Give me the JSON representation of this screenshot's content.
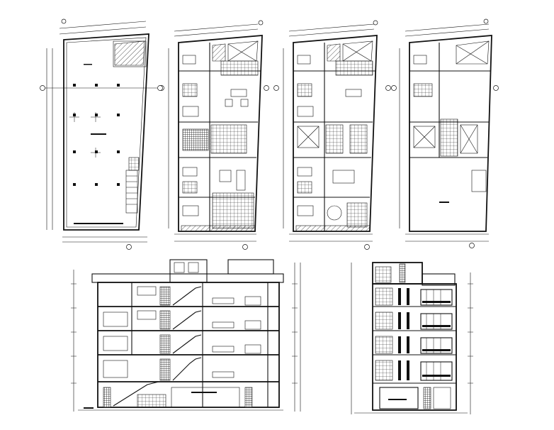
{
  "drawing": {
    "type": "architectural cad sheet",
    "views": [
      {
        "id": "plan-1",
        "kind": "floor plan"
      },
      {
        "id": "plan-2",
        "kind": "floor plan"
      },
      {
        "id": "plan-3",
        "kind": "floor plan"
      },
      {
        "id": "plan-4",
        "kind": "floor plan"
      },
      {
        "id": "section",
        "kind": "building section",
        "floors": 5
      },
      {
        "id": "elevation",
        "kind": "front elevation",
        "floors": 5
      }
    ],
    "colors": {
      "ink": "#111111",
      "paper": "#ffffff"
    }
  }
}
